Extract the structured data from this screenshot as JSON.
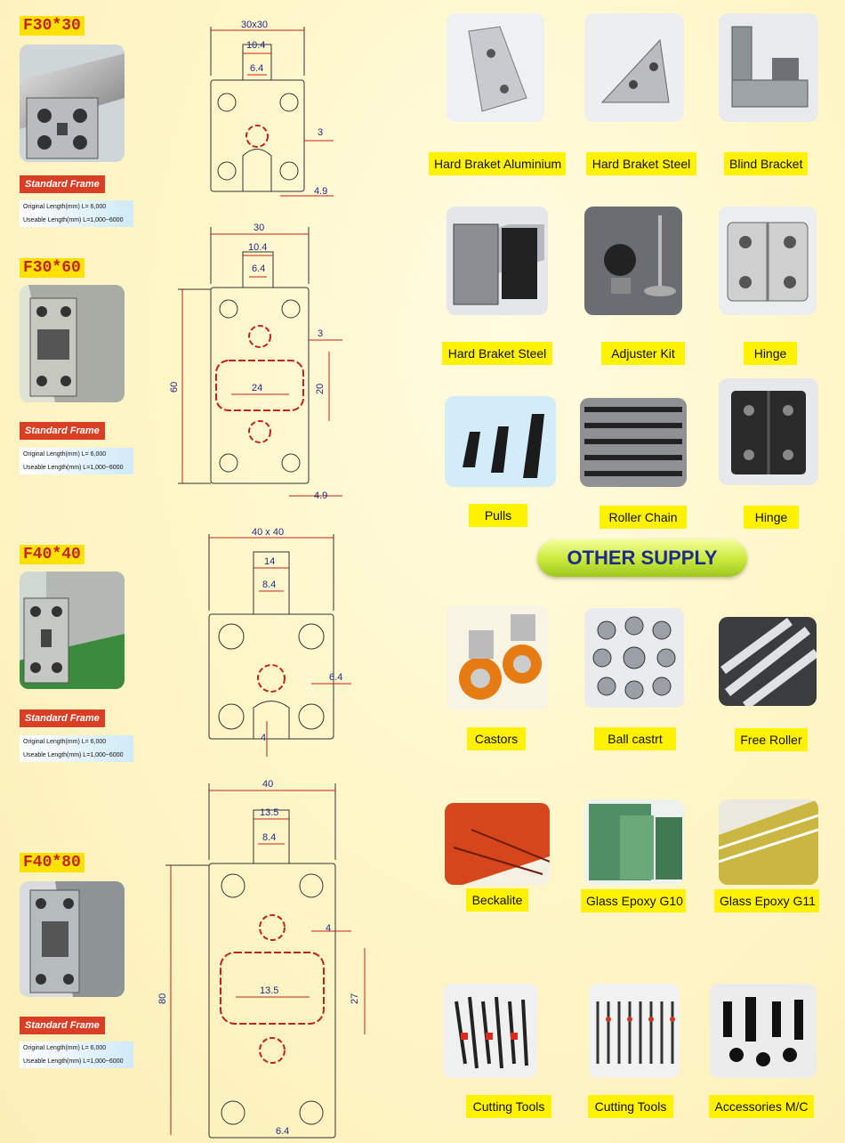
{
  "profiles": [
    {
      "code": "F30*30",
      "frame_label": "Standard Frame",
      "original_length": "Original Length(mm)  L= 6,000",
      "useable_length": "Useable Length(mm)  L=1,000~6000",
      "dims": {
        "width": "30x30",
        "slot_outer": "10.4",
        "slot_inner": "6.4",
        "wall": "3",
        "lip": "4.9"
      }
    },
    {
      "code": "F30*60",
      "frame_label": "Standard Frame",
      "original_length": "Original Length(mm)  L= 6,000",
      "useable_length": "Useable Length(mm)  L=1,000~6000",
      "dims": {
        "width": "30",
        "slot_outer": "10.4",
        "slot_inner": "6.4",
        "wall": "3",
        "height": "60",
        "center_w": "24",
        "center_h": "20",
        "lip": "4.9"
      }
    },
    {
      "code": "F40*40",
      "frame_label": "Standard Frame",
      "original_length": "Original Length(mm)  L= 6,000",
      "useable_length": "Useable Length(mm)  L=1,000~6000",
      "dims": {
        "width": "40 x 40",
        "slot_outer": "14",
        "slot_inner": "8.4",
        "wall": "6.4",
        "lip": "4"
      }
    },
    {
      "code": "F40*80",
      "frame_label": "Standard Frame",
      "original_length": "Original Length(mm)  L= 6,000",
      "useable_length": "Useable Length(mm)  L=1,000~6000",
      "dims": {
        "width": "40",
        "slot_outer": "13.5",
        "slot_inner": "8.4",
        "wall": "4",
        "height": "80",
        "center_w": "13.5",
        "center_h": "27",
        "lip": "6.4"
      }
    }
  ],
  "products": [
    "Hard Braket Aluminium",
    "Hard Braket Steel",
    "Blind Bracket",
    "Hard Braket Steel",
    "Adjuster Kit",
    "Hinge",
    "Pulls",
    "Roller Chain",
    "Hinge"
  ],
  "other_supply_title": "OTHER SUPPLY",
  "other_products": [
    "Castors",
    "Ball castrt",
    "Free Roller",
    "Beckalite",
    "Glass Epoxy G10",
    "Glass Epoxy G11",
    "Cutting Tools",
    "Cutting Tools",
    "Accessories M/C"
  ]
}
